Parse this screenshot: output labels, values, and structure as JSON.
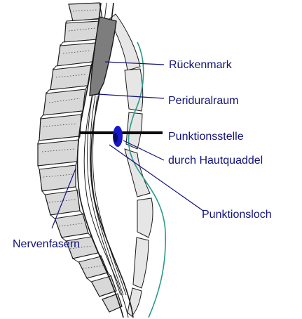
{
  "diagram": {
    "labels": {
      "spinal_cord": "Rückenmark",
      "epidural_space": "Periduralraum",
      "puncture_site_line1": "Punktionsstelle",
      "puncture_site_line2": "durch Hautquaddel",
      "puncture_hole": "Punktionsloch",
      "nerve_fibers": "Nervenfasern"
    },
    "colors": {
      "label_text": "#12127a",
      "skin_line": "#2a9a8a",
      "spinal_cord": "#7d7d7d",
      "needle": "#0a0a0a",
      "puncture_marker": "#1818c8"
    }
  }
}
